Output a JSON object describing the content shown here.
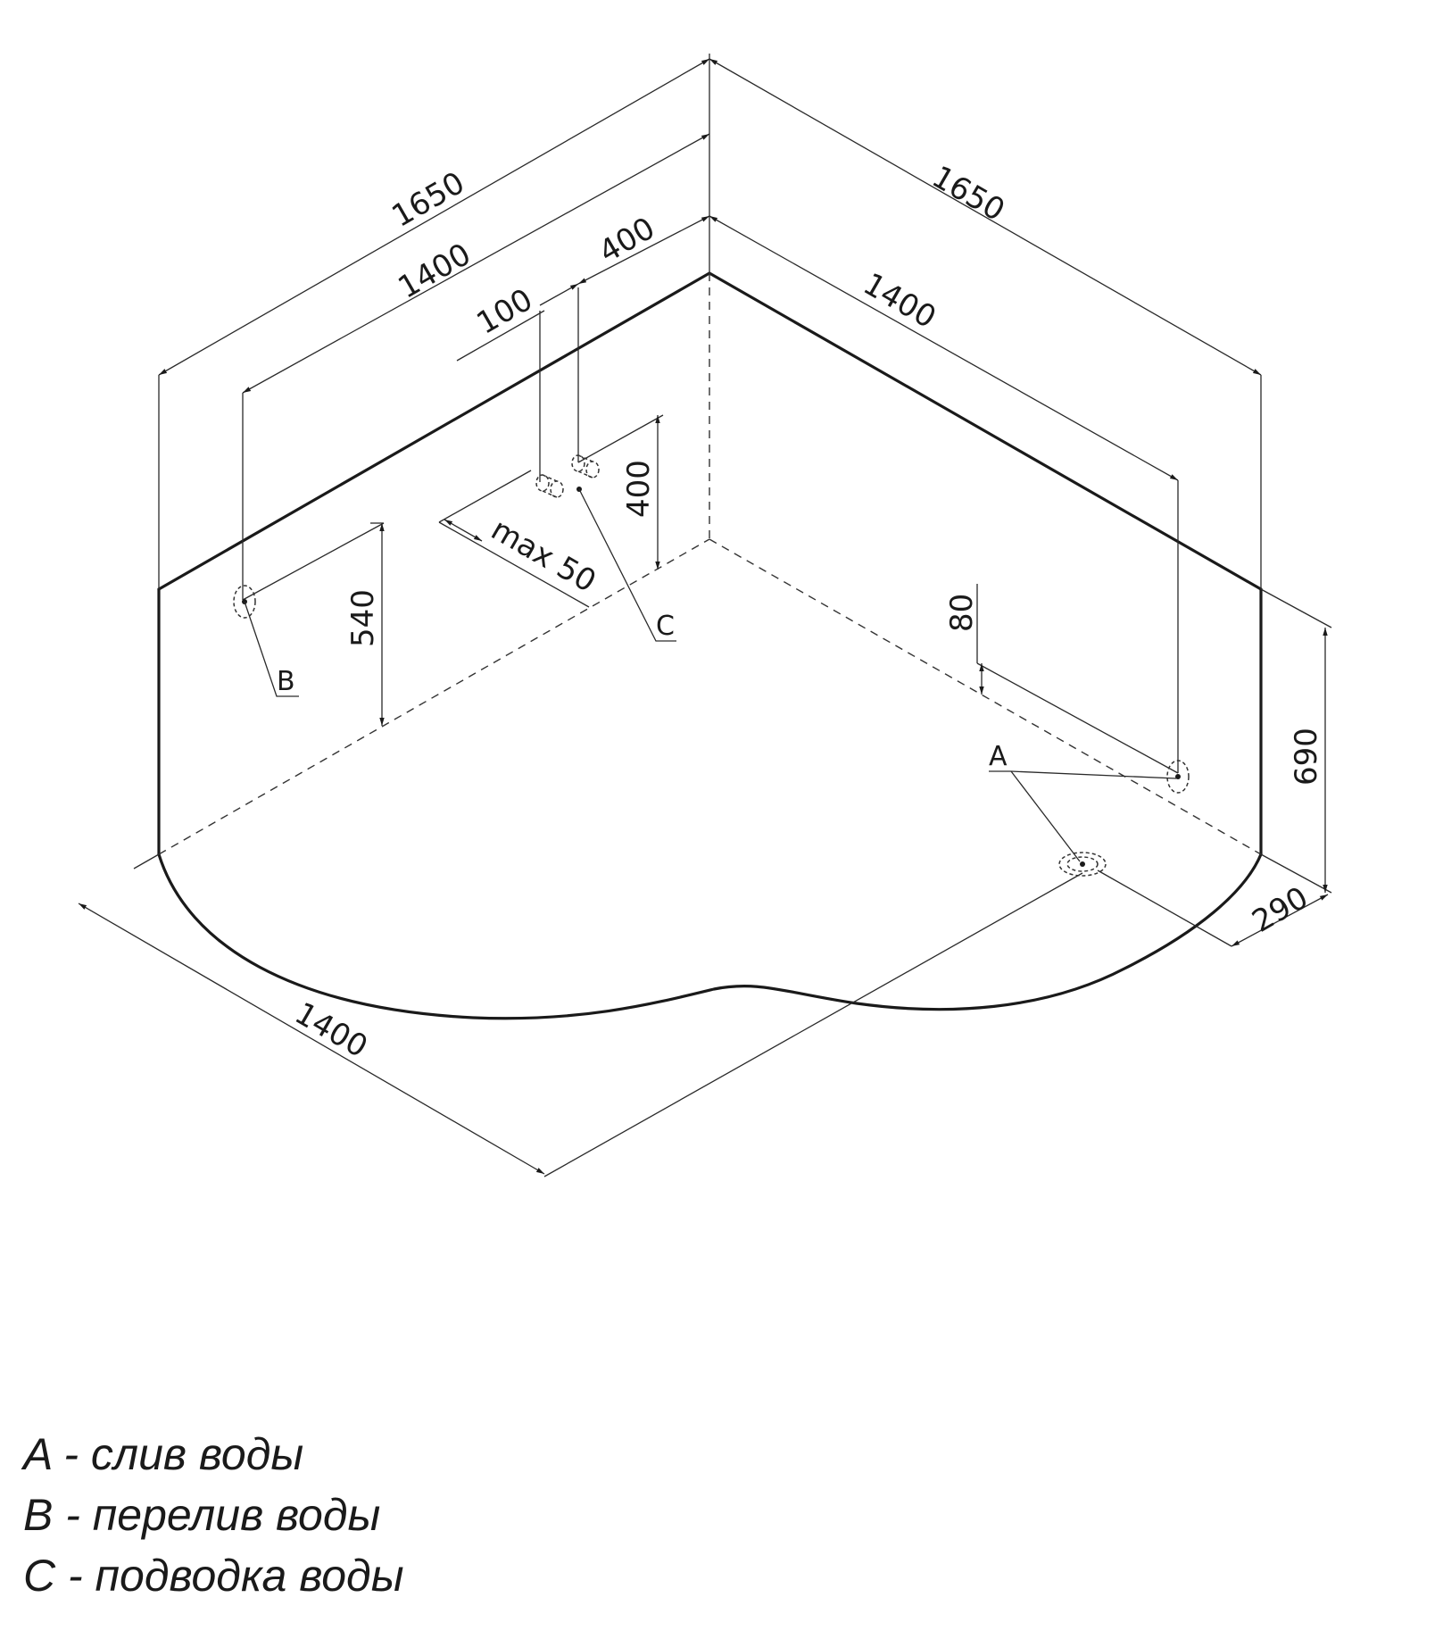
{
  "dimensions": {
    "outer_left": "1650",
    "inner_left": "1400",
    "inlet_offset": "100",
    "inlet_width": "400",
    "outer_right": "1650",
    "inner_right": "1400",
    "inlet_height": "400",
    "inlet_depth": "max 50",
    "overflow_height": "540",
    "drain_height": "80",
    "total_height": "690",
    "drain_offset": "290",
    "front_width": "1400"
  },
  "labels": {
    "drain": "A",
    "overflow": "B",
    "inlet": "C"
  },
  "legend": [
    "A - слив воды",
    "B - перелив воды",
    "C - подводка воды"
  ]
}
